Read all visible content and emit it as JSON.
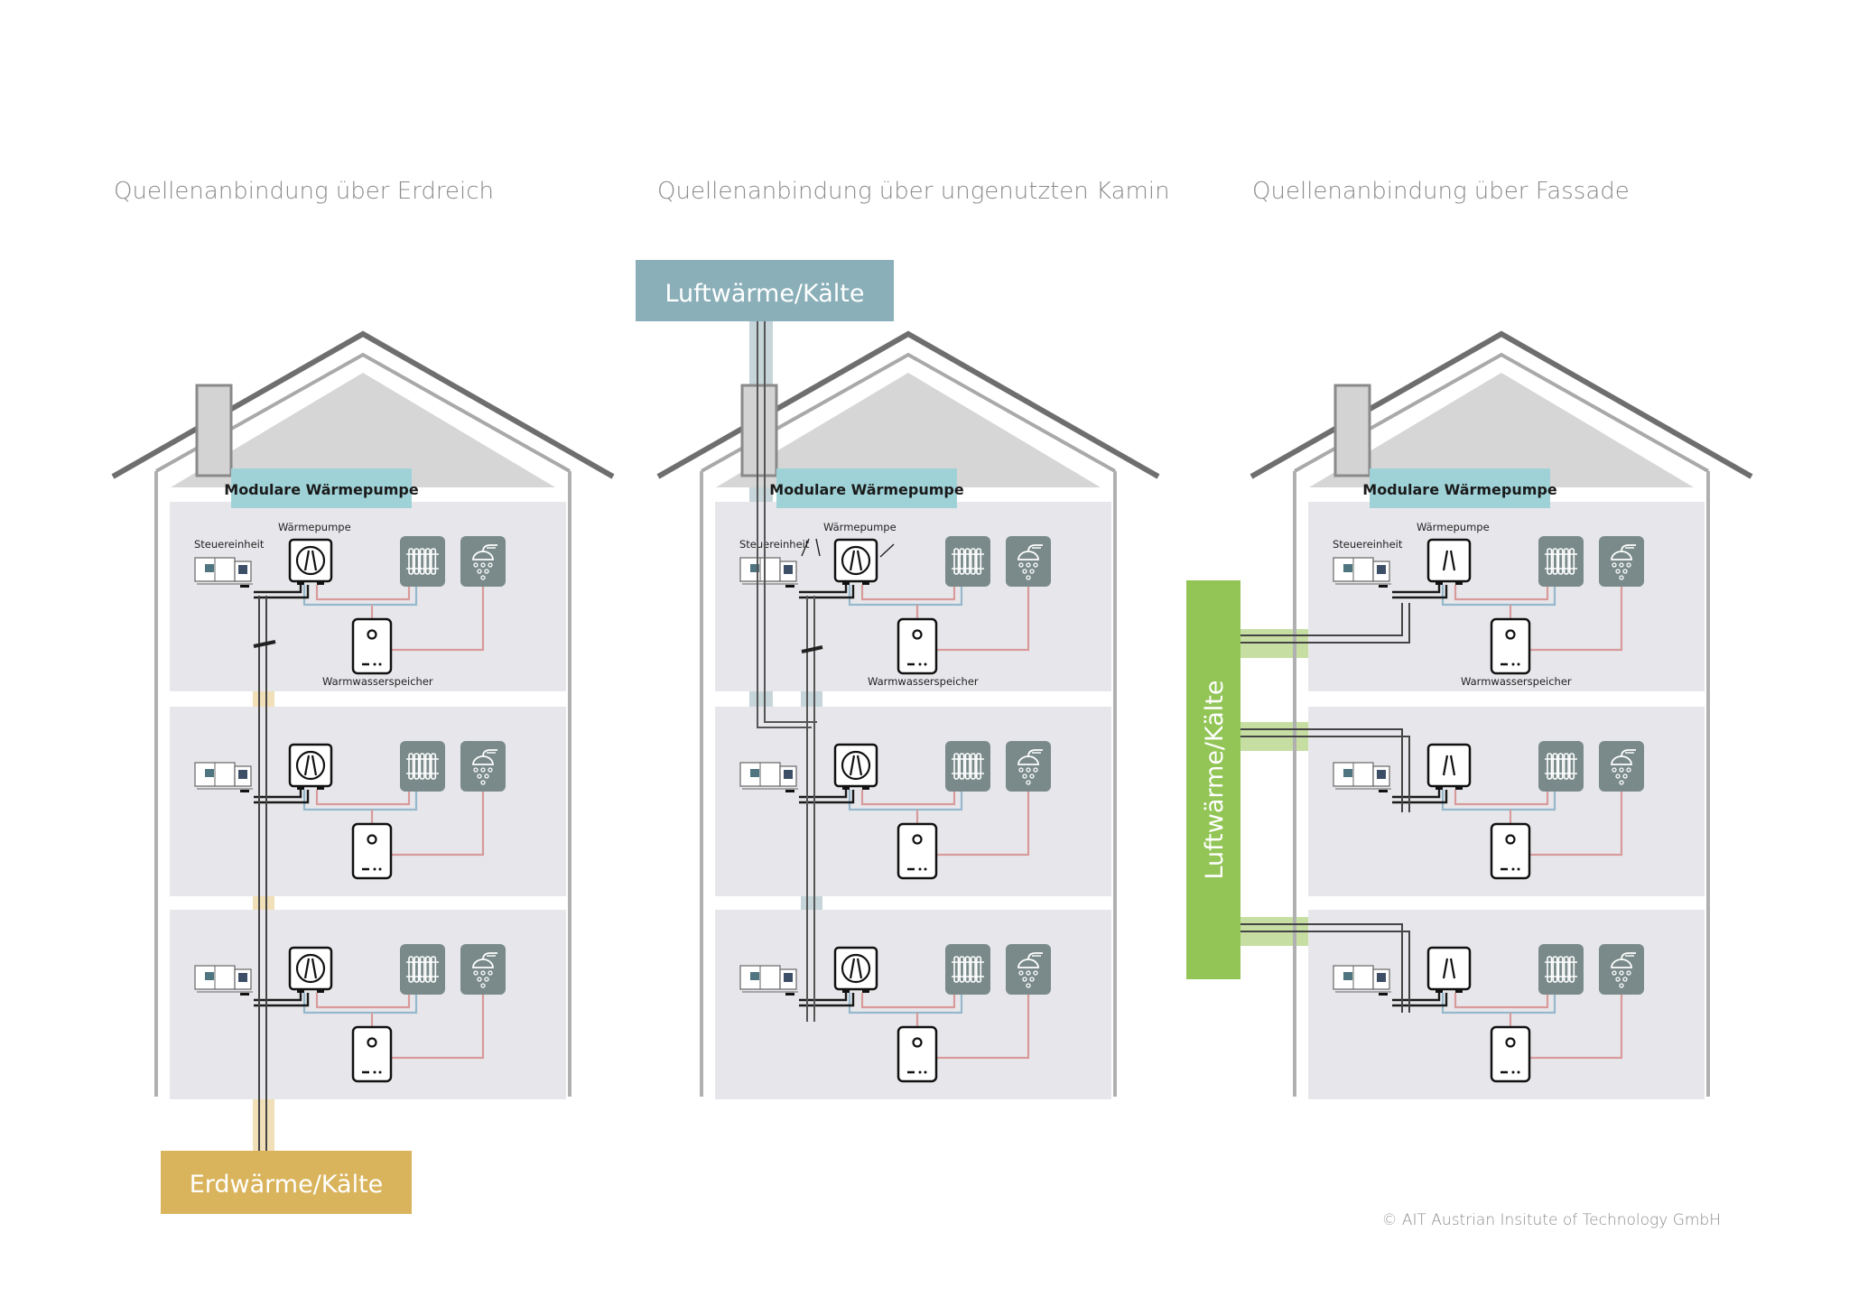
{
  "panels": [
    {
      "title": "Quellenanbindung über Erdreich",
      "badge": "Modulare Wärmepumpe",
      "source_label": "Erdwärme/Kälte",
      "labels": {
        "control": "Steuereinheit",
        "heatpump": "Wärmepumpe",
        "storage": "Warmwasserspeicher"
      }
    },
    {
      "title": "Quellenanbindung über ungenutzten Kamin",
      "badge": "Modulare Wärmepumpe",
      "source_label": "Luftwärme/Kälte",
      "labels": {
        "control": "Steuereinheit",
        "heatpump": "Wärmepumpe",
        "storage": "Warmwasserspeicher"
      }
    },
    {
      "title": "Quellenanbindung über Fassade",
      "badge": "Modulare Wärmepumpe",
      "source_label": "Luftwärme/Kälte",
      "labels": {
        "control": "Steuereinheit",
        "heatpump": "Wärmepumpe",
        "storage": "Warmwasserspeicher"
      }
    }
  ],
  "copyright": "© AIT Austrian Insitute of Technology GmbH",
  "colors": {
    "roof_outer": "#6e6e6e",
    "roof_inner": "#a9a9a9",
    "attic": "#d6d6d6",
    "wall": "#b0b0b0",
    "floor": "#e7e7eb",
    "chimney": "#d3d3d3",
    "badge": "#9fd2d7",
    "icon_tile": "#7a8a8a",
    "pipe_red": "#d89a9a",
    "pipe_blue": "#95b8cc",
    "pipe_black": "#1a1a1a",
    "earth": "#d9b45c",
    "earth_light": "#f0dcb0",
    "air": "#8aafb8",
    "air_light": "#c3d3d8",
    "green": "#92c556",
    "green_light": "#c6dea2",
    "text_gray": "#8a8a8a"
  },
  "icons": {
    "heatpump": "heat-pump-icon",
    "radiator": "radiator-icon",
    "shower": "shower-icon",
    "storage": "hot-water-storage-icon",
    "control": "control-unit-icon"
  }
}
